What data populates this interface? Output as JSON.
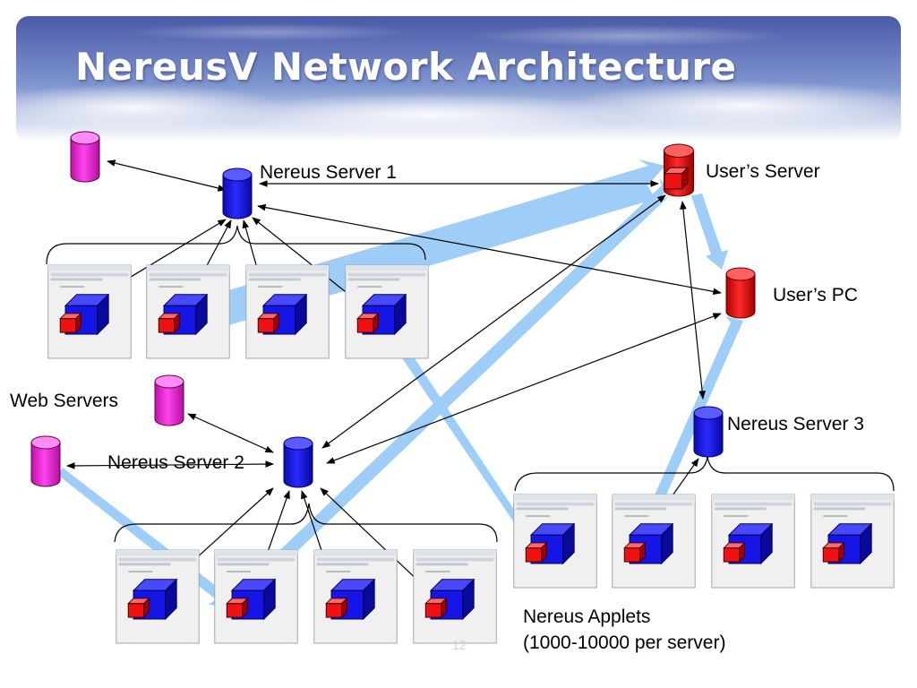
{
  "title": "NereusV Network Architecture",
  "labels": {
    "server1": "Nereus Server 1",
    "server2": "Nereus Server 2",
    "server3": "Nereus Server 3",
    "users_server": "User’s Server",
    "users_pc": "User’s PC",
    "web_servers": "Web Servers",
    "applets_line1": "Nereus Applets",
    "applets_line2": "(1000-10000 per server)"
  },
  "page_number": "12",
  "colors": {
    "nereus_server": "#1515e6",
    "web_server": "#ff33dd",
    "user_node": "#ee1111",
    "applet_cube_blue": "#1515e6",
    "applet_cube_red": "#ee1111",
    "flow_arrow": "#9ecdf7",
    "header_sky": "#4a5aa8"
  },
  "icons": {
    "nereus_server": "blue-cylinder",
    "web_server": "magenta-cylinder",
    "user_node": "red-cylinder",
    "applet": "browser-window-with-cube"
  }
}
